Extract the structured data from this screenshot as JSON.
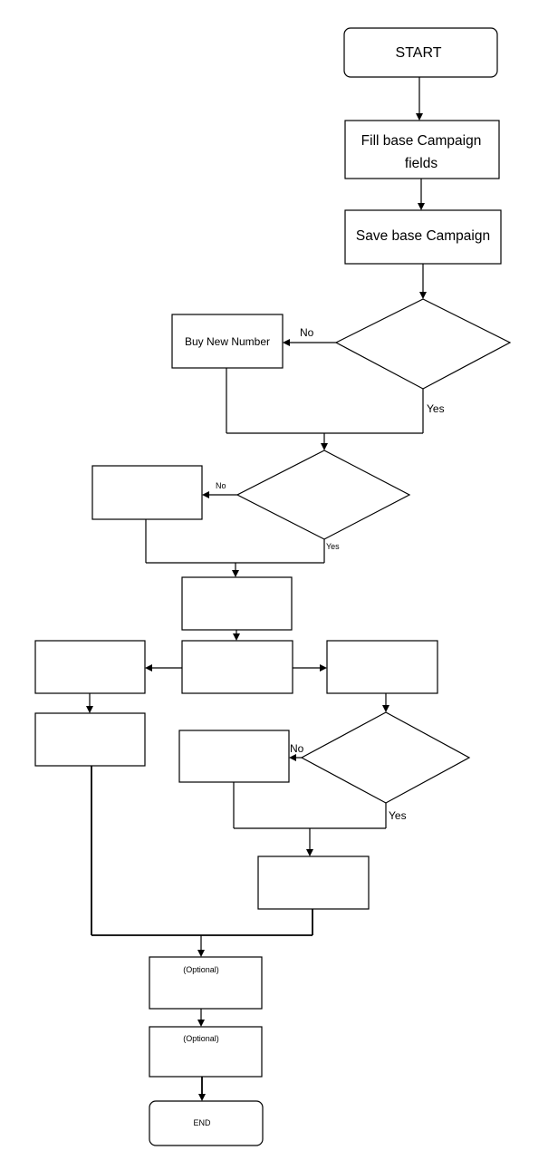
{
  "flowchart": {
    "start": "START",
    "fill_base": [
      "Fill base Campaign",
      "fields"
    ],
    "save_base": "Save base Campaign",
    "buy_new_number": "Buy New Number",
    "optional_1": "(Optional)",
    "optional_2": "(Optional)",
    "end": "END",
    "labels": {
      "no_1": "No",
      "yes_1": "Yes",
      "no_2": "No",
      "yes_2": "Yes",
      "no_3": "No",
      "yes_3": "Yes"
    }
  }
}
